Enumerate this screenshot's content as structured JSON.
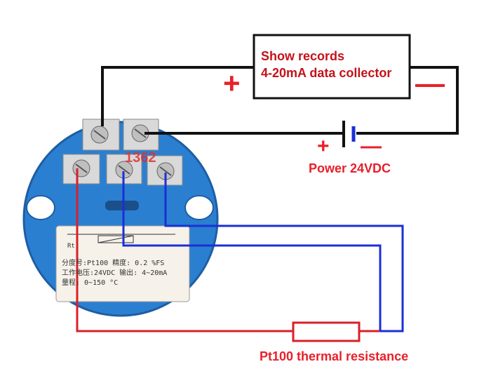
{
  "collector": {
    "line1": "Show records",
    "line2": "4-20mA data collector",
    "plus": "+",
    "minus": "—"
  },
  "power": {
    "label": "Power 24VDC",
    "plus": "+",
    "minus": "—"
  },
  "sensor": {
    "label": "Pt100 thermal resistance"
  },
  "transmitter": {
    "code": "1362",
    "rt": "Rt",
    "row1": "分度号:Pt100 精度: 0.2 %FS",
    "row2": "工作电压:24VDC 输出: 4~20mA",
    "row3": "量程:  0~150  °C"
  },
  "colors": {
    "wire_black": "#111111",
    "wire_red": "#d8202a",
    "wire_blue": "#1a2fd8",
    "body_blue": "#2b7fd0",
    "label_red": "#e8202a"
  }
}
